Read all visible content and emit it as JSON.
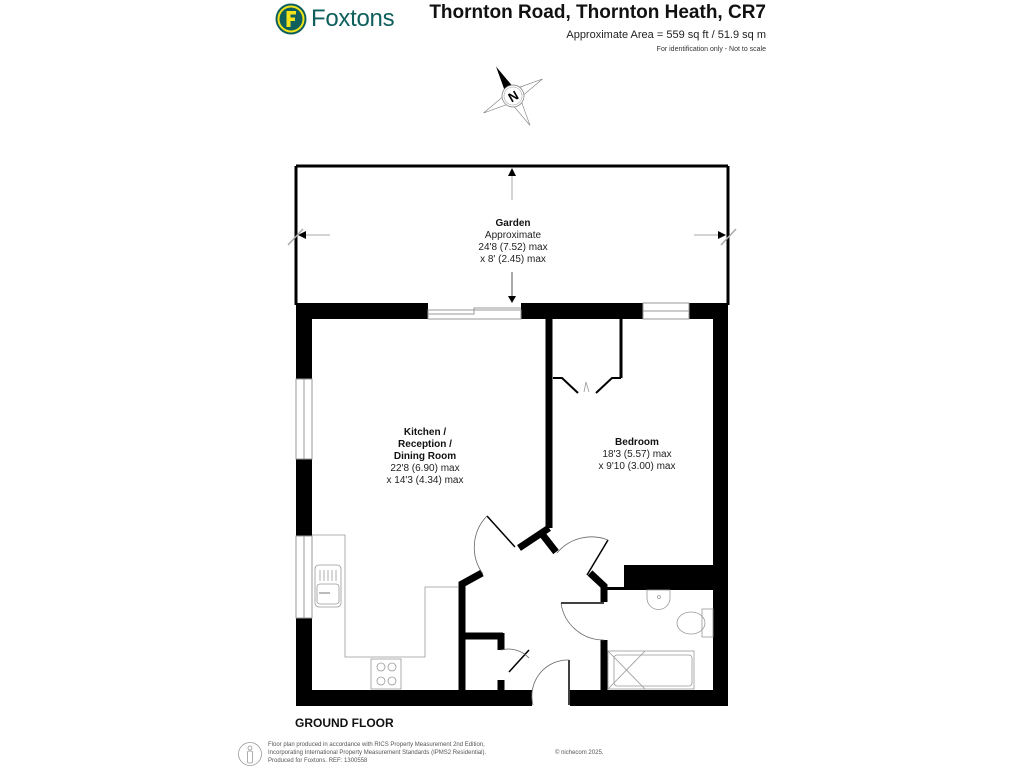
{
  "brand": {
    "name": "Foxtons",
    "badge_letter": "F",
    "colors": {
      "teal": "#0f5f5c",
      "yellow": "#f2e31b"
    }
  },
  "header": {
    "title": "Thornton Road, Thornton Heath, CR7",
    "area": "Approximate Area = 559 sq ft / 51.9 sq m",
    "note": "For identification only - Not to scale"
  },
  "compass": {
    "label": "N"
  },
  "rooms": [
    {
      "name": "Garden",
      "lines": [
        "Approximate",
        "24'8 (7.52) max",
        "x 8' (2.45) max"
      ]
    },
    {
      "name": "Kitchen / Reception / Dining Room",
      "name_lines": [
        "Kitchen /",
        "Reception /",
        "Dining Room"
      ],
      "lines": [
        "22'8 (6.90) max",
        "x 14'3 (4.34) max"
      ]
    },
    {
      "name": "Bedroom",
      "lines": [
        "18'3 (5.57) max",
        "x 9'10 (3.00) max"
      ]
    }
  ],
  "floor_label": "GROUND FLOOR",
  "footer": {
    "line1": "Floor plan produced in accordance with RICS Property Measurement 2nd Edition,",
    "line2": "Incorporating International Property Measurement Standards (IPMS2 Residential).",
    "line3": "Produced for Foxtons.   REF:  1300558",
    "copyright": "© nichecom 2025."
  }
}
